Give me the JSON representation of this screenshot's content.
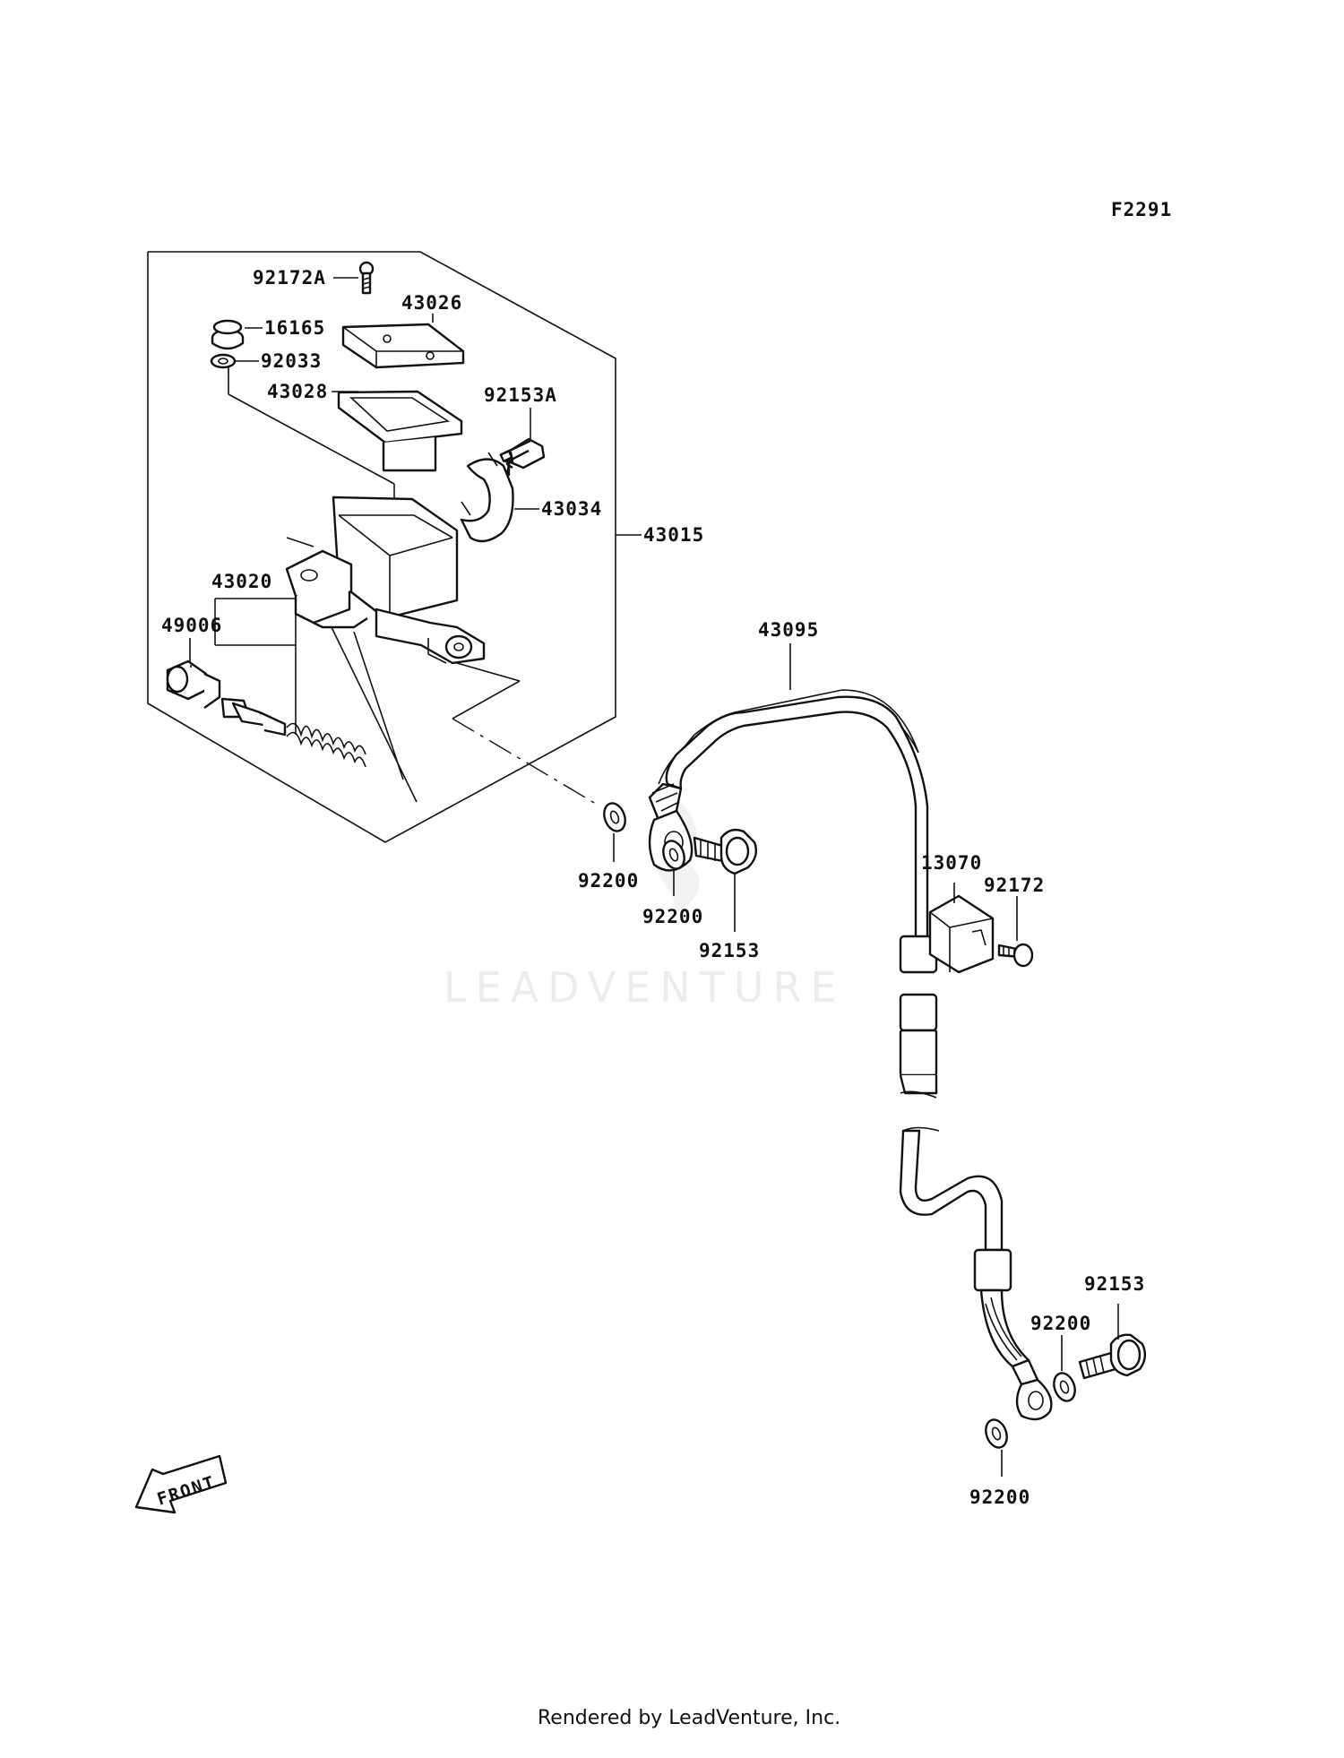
{
  "figure_code": "F2291",
  "footer": "Rendered by LeadVenture, Inc.",
  "watermark": "LEADVENTURE",
  "front_label": "FRONT",
  "parts": {
    "p92172A": "92172A",
    "p43026": "43026",
    "p16165": "16165",
    "p92033": "92033",
    "p43028": "43028",
    "p92153A": "92153A",
    "p43034": "43034",
    "p43015": "43015",
    "p43020": "43020",
    "p49006": "49006",
    "p43095": "43095",
    "p92200_a": "92200",
    "p92200_b": "92200",
    "p92153_a": "92153",
    "p13070": "13070",
    "p92172": "92172",
    "p92153_b": "92153",
    "p92200_c": "92200",
    "p92200_d": "92200"
  }
}
